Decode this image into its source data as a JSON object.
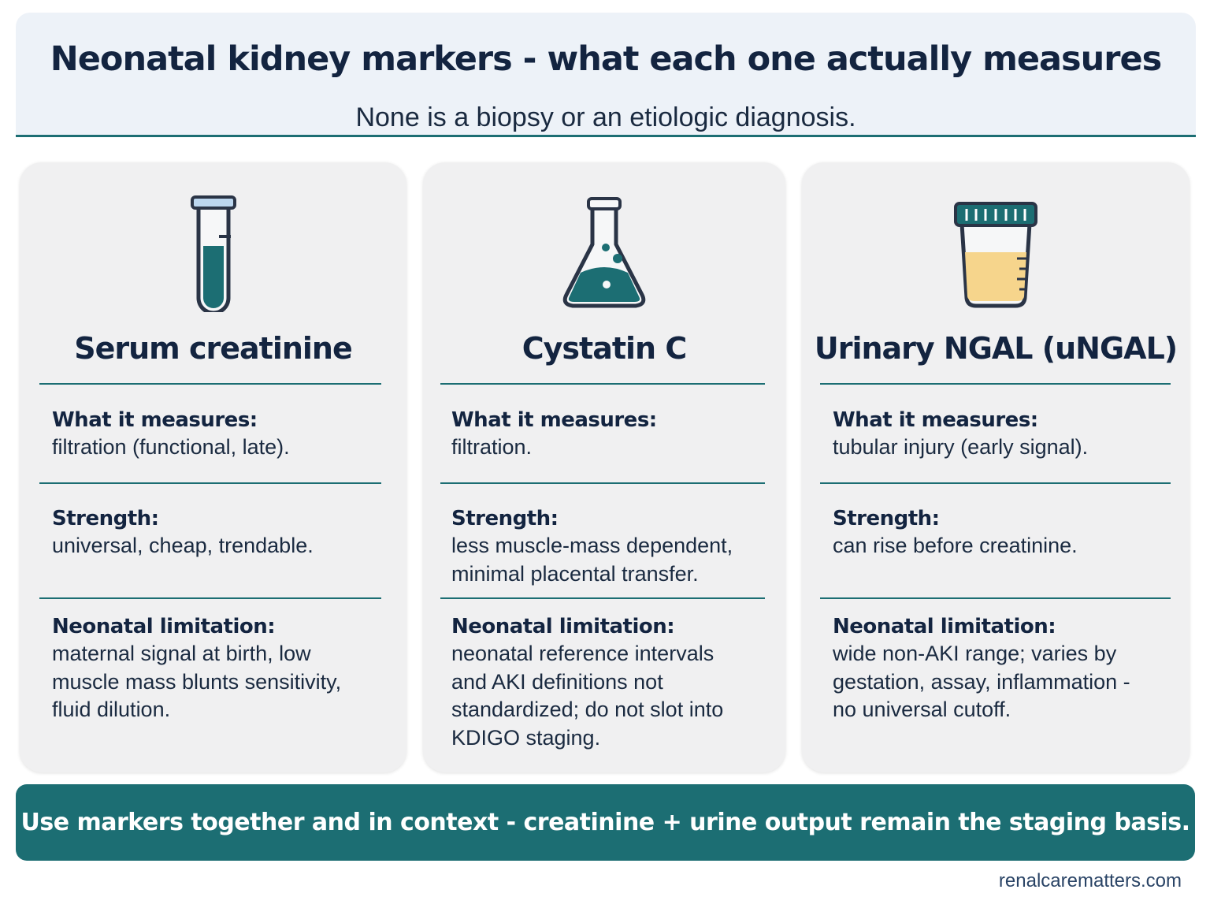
{
  "header": {
    "title": "Neonatal kidney markers - what each one actually measures",
    "subtitle": "None is a biopsy or an etiologic diagnosis."
  },
  "colors": {
    "accent": "#1c6e73",
    "header_bg": "#edf2f8",
    "card_bg": "#f0f0f1",
    "urine_fill": "#f6d58c"
  },
  "cards": [
    {
      "icon": "test-tube-icon",
      "title": "Serum creatinine",
      "measures_label": "What it measures:",
      "measures_text": "filtration (functional, late).",
      "strength_label": "Strength:",
      "strength_text": "universal, cheap, trendable.",
      "limitation_label": "Neonatal limitation:",
      "limitation_text": "maternal signal at birth, low muscle mass blunts sensitivity, fluid dilution."
    },
    {
      "icon": "flask-icon",
      "title": "Cystatin C",
      "measures_label": "What it measures:",
      "measures_text": "filtration.",
      "strength_label": "Strength:",
      "strength_text": "less muscle-mass dependent, minimal placental transfer.",
      "limitation_label": "Neonatal limitation:",
      "limitation_text": "neonatal reference intervals and AKI definitions not standardized; do not slot into KDIGO staging."
    },
    {
      "icon": "urine-cup-icon",
      "title": "Urinary NGAL (uNGAL)",
      "measures_label": "What it measures:",
      "measures_text": "tubular injury (early signal).",
      "strength_label": "Strength:",
      "strength_text": "can rise before creatinine.",
      "limitation_label": "Neonatal limitation:",
      "limitation_text": "wide non-AKI range; varies by gestation, assay, inflammation - no universal cutoff."
    }
  ],
  "banner": {
    "text": "Use markers together and in context - creatinine + urine output remain the staging basis."
  },
  "footer": {
    "source": "renalcarematters.com"
  }
}
